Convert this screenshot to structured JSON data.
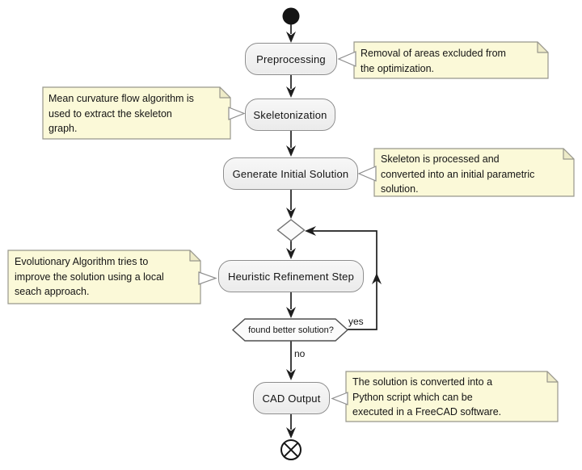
{
  "diagram": {
    "kind": "uml-activity-diagram",
    "actions": [
      {
        "label": "Preprocessing"
      },
      {
        "label": "Skeletonization"
      },
      {
        "label": "Generate Initial Solution"
      },
      {
        "label": "Heuristic Refinement Step"
      },
      {
        "label": "CAD Output"
      }
    ],
    "decision": {
      "question": "found better solution?",
      "yes_label": "yes",
      "no_label": "no"
    },
    "notes": [
      {
        "target": "Preprocessing",
        "lines": [
          "Removal of areas excluded from",
          "the optimization."
        ]
      },
      {
        "target": "Skeletonization",
        "lines": [
          "Mean curvature flow algorithm is",
          "used to extract the skeleton",
          "graph."
        ]
      },
      {
        "target": "Generate Initial Solution",
        "lines": [
          "Skeleton is processed and",
          "converted into an initial parametric",
          "solution."
        ]
      },
      {
        "target": "Heuristic Refinement Step",
        "lines": [
          "Evolutionary Algorithm tries to",
          "improve the solution using a local",
          "seach approach."
        ]
      },
      {
        "target": "CAD Output",
        "lines": [
          "The solution is converted into a",
          "Python script which can be",
          "executed in a FreeCAD software."
        ]
      }
    ],
    "colors": {
      "background": "#ffffff",
      "note_fill": "#fbf9d8",
      "note_border": "#98978c",
      "action_fill": "#f1f1f1",
      "action_border": "#8d8d8d",
      "edge": "#1e1e1e"
    }
  }
}
